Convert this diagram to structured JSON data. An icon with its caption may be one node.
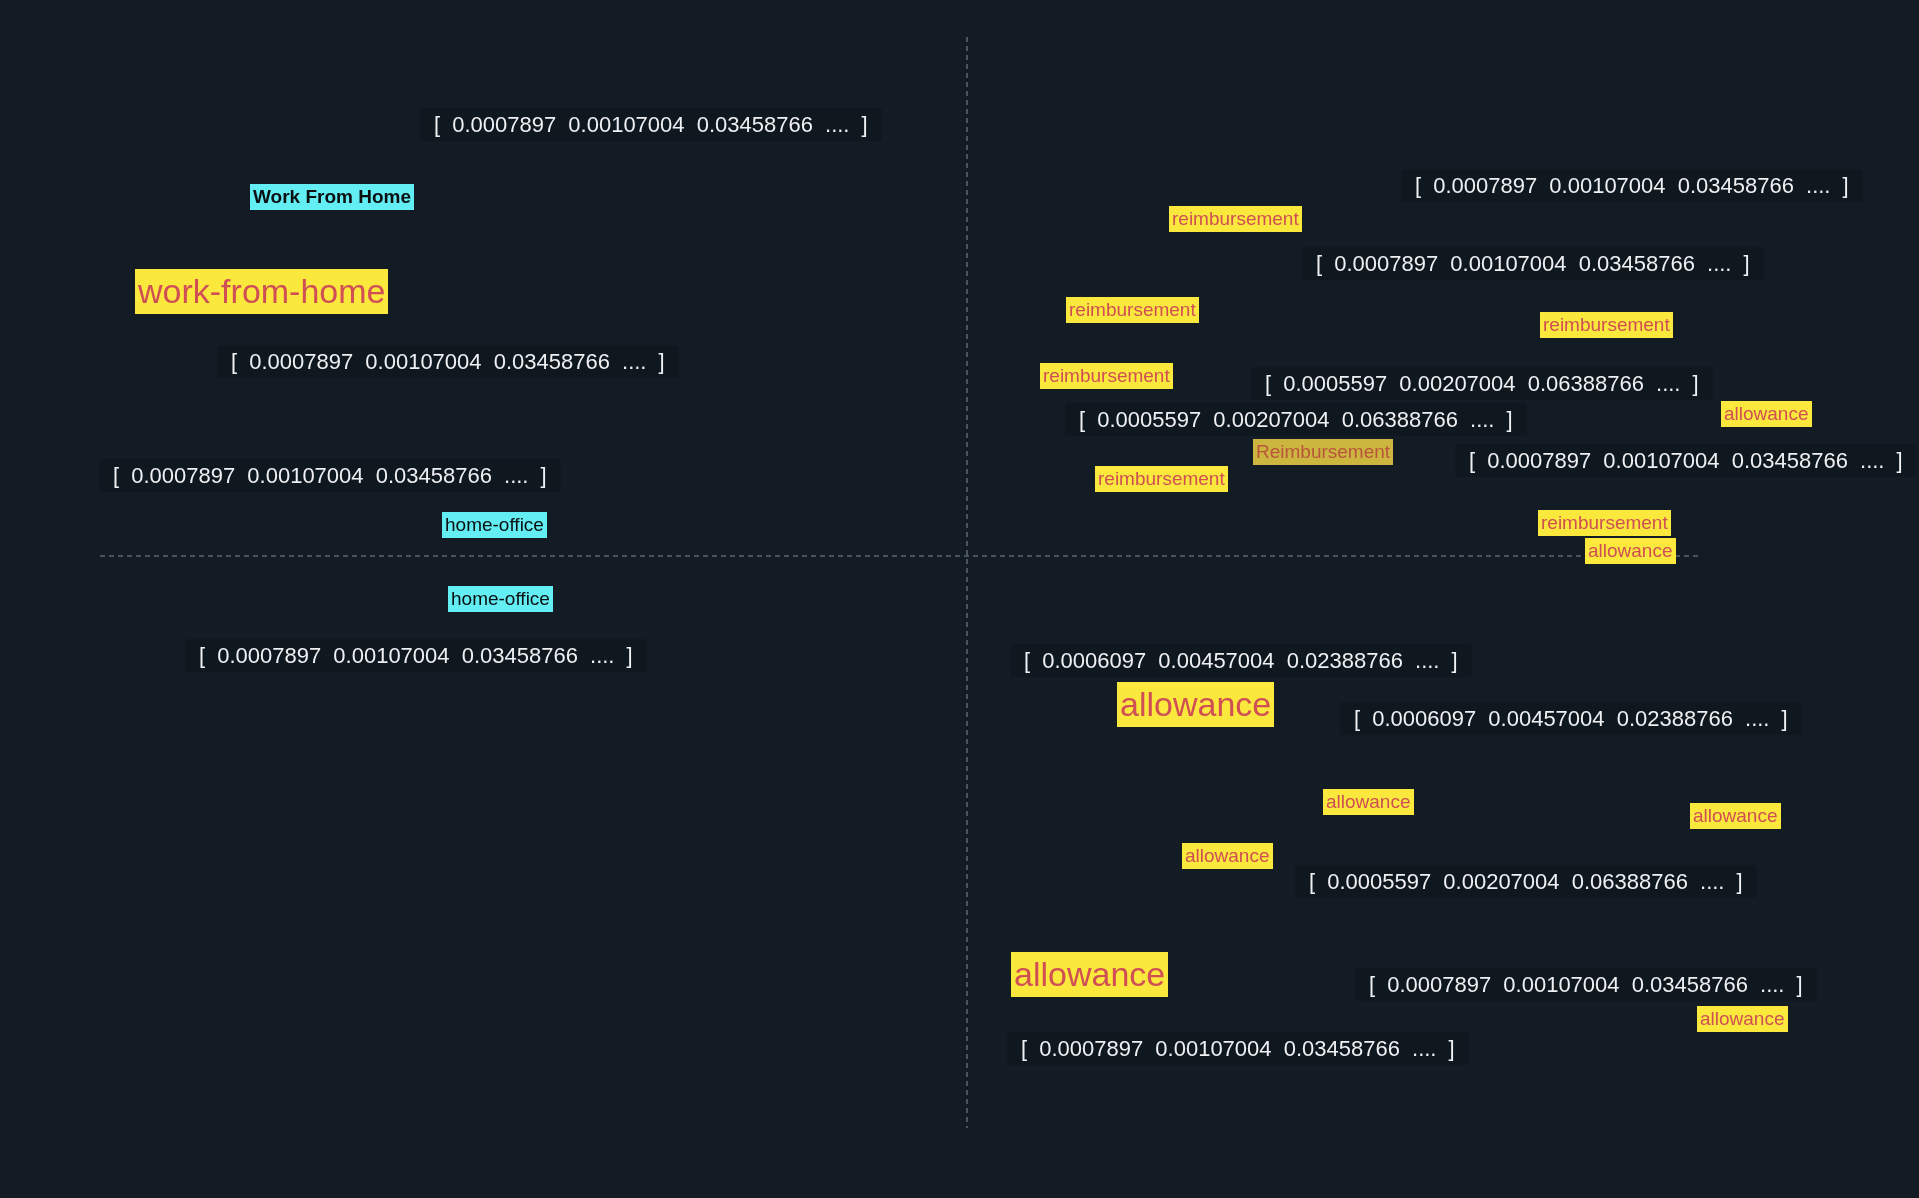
{
  "diagram": {
    "nodes": [
      {
        "text": [
          "[ 0.0007897 0.00107004 0.03458766 .... ]"
        ]
      },
      {
        "text": [
          "Work From Home"
        ]
      },
      {
        "text": [
          "[ 0.0007897 0.00107004 0.03458766 .... ]"
        ]
      },
      {
        "text": [
          "reimbursement"
        ]
      },
      {
        "text": [
          "[ 0.0007897 0.00107004 0.03458766 .... ]"
        ]
      },
      {
        "text": [
          "work-from-home"
        ]
      },
      {
        "text": [
          "reimbursement"
        ]
      },
      {
        "text": [
          "reimbursement"
        ]
      },
      {
        "text": [
          "[ 0.0007897 0.00107004 0.03458766 .... ]"
        ]
      },
      {
        "text": [
          "reimbursement"
        ]
      },
      {
        "text": [
          "[ 0.0005597 0.00207004 0.06388766 .... ]"
        ]
      },
      {
        "text": [
          "allowance"
        ]
      },
      {
        "text": [
          "[ 0.0005597 0.00207004 0.06388766 .... ]"
        ]
      },
      {
        "text": [
          "Reimbursement"
        ]
      },
      {
        "text": [
          "[ 0.0007897 0.00107004 0.03458766 .... ]"
        ]
      },
      {
        "text": [
          "[ 0.0007897 0.00107004 0.03458766 .... ]"
        ]
      },
      {
        "text": [
          "reimbursement"
        ]
      },
      {
        "text": [
          "home-office"
        ]
      },
      {
        "text": [
          "reimbursement"
        ]
      },
      {
        "text": [
          "allowance"
        ]
      },
      {
        "text": [
          "home-office"
        ]
      },
      {
        "text": [
          "[ 0.0007897 0.00107004 0.03458766 .... ]"
        ]
      },
      {
        "text": [
          "[ 0.0006097 0.00457004 0.02388766 .... ]"
        ]
      },
      {
        "text": [
          "allowance"
        ]
      },
      {
        "text": [
          "[ 0.0006097 0.00457004 0.02388766 .... ]"
        ]
      },
      {
        "text": [
          "allowance"
        ]
      },
      {
        "text": [
          "allowance"
        ]
      },
      {
        "text": [
          "allowance"
        ]
      },
      {
        "text": [
          "[ 0.0005597 0.00207004 0.06388766 .... ]"
        ]
      },
      {
        "text": [
          "allowance"
        ]
      },
      {
        "text": [
          "[ 0.0007897 0.00107004 0.03458766 .... ]"
        ]
      },
      {
        "text": [
          "allowance"
        ]
      },
      {
        "text": [
          "[ 0.0007897 0.00107004 0.03458766 .... ]"
        ]
      }
    ]
  }
}
